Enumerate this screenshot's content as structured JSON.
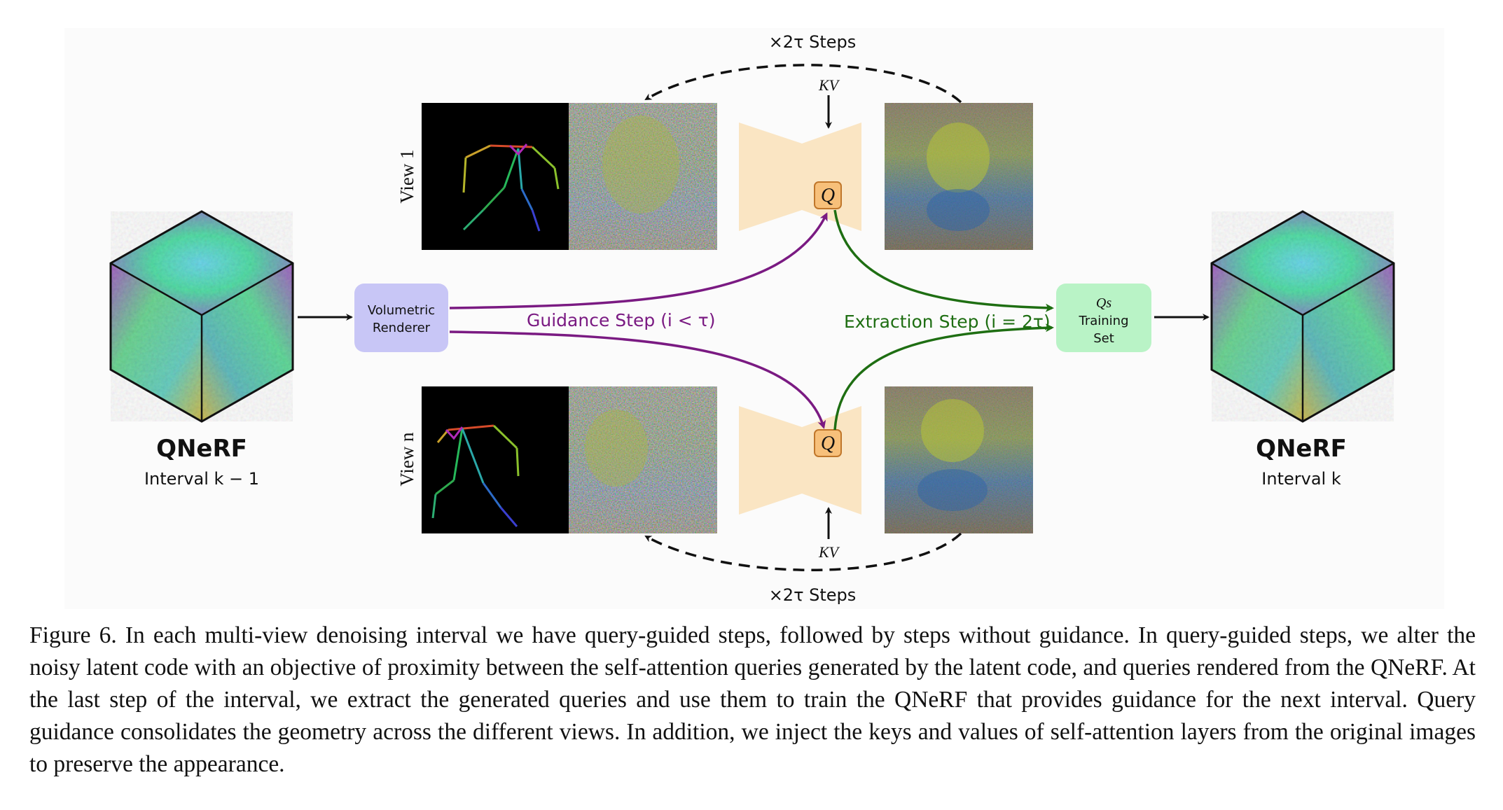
{
  "left_cube": {
    "title": "QNeRF",
    "subtitle": "Interval k − 1"
  },
  "right_cube": {
    "title": "QNeRF",
    "subtitle": "Interval k"
  },
  "renderer": {
    "line1": "Volumetric",
    "line2": "Renderer"
  },
  "training_set": {
    "line1": "Qs",
    "line2": "Training",
    "line3": "Set"
  },
  "guidance_label": "Guidance Step (i < τ)",
  "extraction_label": "Extraction Step (i = 2τ)",
  "steps_top": "×2τ Steps",
  "steps_bottom": "×2τ Steps",
  "kv_top": "KV",
  "kv_bottom": "KV",
  "q_top": "Q",
  "q_bottom": "Q",
  "view_top": "View 1",
  "view_bottom": "View n",
  "caption": "Figure 6. In each multi-view denoising interval we have query-guided steps, followed by steps without guidance. In query-guided steps, we alter the noisy latent code with an objective of proximity between the self-attention queries generated by the latent code, and queries rendered from the QNeRF. At the last step of the interval, we extract the generated queries and use them to train the QNeRF that provides guidance for the next interval. Query guidance consolidates the geometry across the different views. In addition, we inject the keys and values of self-attention layers from the original images to preserve the appearance.",
  "colors": {
    "guidance": "#7a1a82",
    "extraction": "#1e6e12",
    "renderer_box": "#c8c6f6",
    "training_box": "#b9f3c6",
    "unet": "#fae5c3",
    "q_box": "#f7c07a"
  }
}
